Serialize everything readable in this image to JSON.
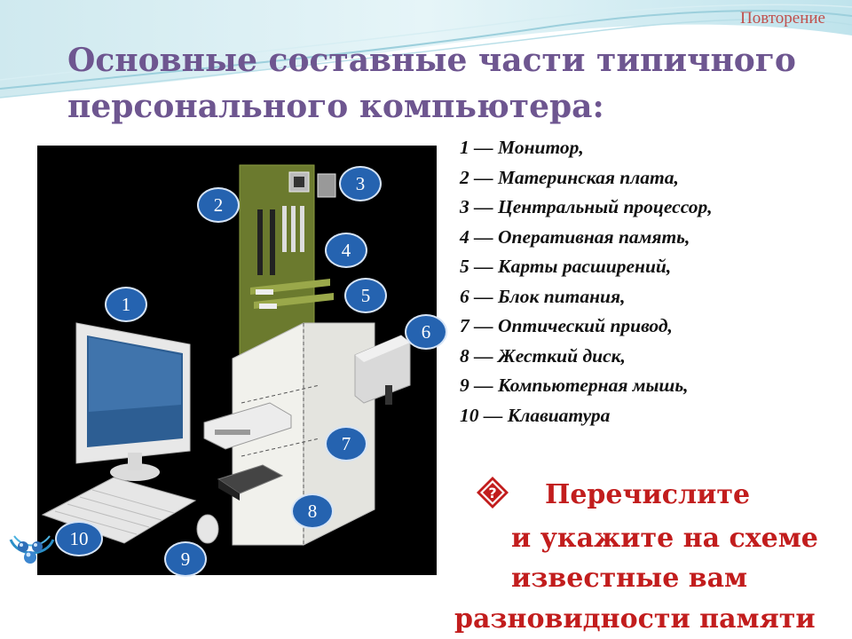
{
  "header": {
    "section_label": "Повторение",
    "title_line1": "Основные составные части типичного",
    "title_line2": "персонального компьютера:"
  },
  "parts_list": [
    "1 — Монитор,",
    "2 — Материнская плата,",
    "3 — Центральный процессор,",
    "4 — Оперативная память,",
    "5 — Карты расширений,",
    "6 — Блок питания,",
    "7 — Оптический привод,",
    "8 — Жесткий диск,",
    "9 — Компьютерная мышь,",
    "10 — Клавиатура"
  ],
  "diagram": {
    "markers": [
      "1",
      "2",
      "3",
      "4",
      "5",
      "6",
      "7",
      "8",
      "9",
      "10"
    ]
  },
  "task": {
    "line1": "Перечислите",
    "line2": "и укажите на схеме",
    "line3": "известные вам",
    "line4": "разновидности памяти"
  },
  "colors": {
    "title": "#6e5690",
    "task_text": "#c21d1d",
    "section_label": "#c0504d",
    "marker_fill": "#2563b0",
    "diagram_background": "#000000"
  },
  "icons": [
    "question-diamond-icon",
    "navigation-balls-icon"
  ]
}
